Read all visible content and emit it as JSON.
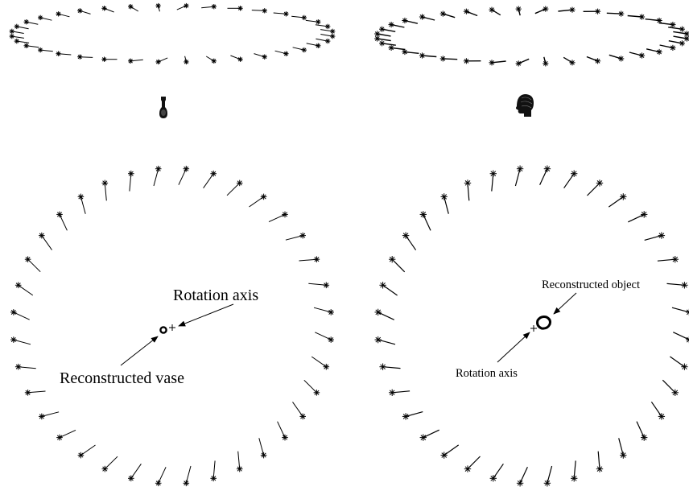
{
  "colors": {
    "ink": "#000000",
    "background": "#ffffff"
  },
  "panels": [
    {
      "name": "vase-top-oblique",
      "view": "oblique",
      "camera_count": 36,
      "object": "vase"
    },
    {
      "name": "head-top-oblique",
      "view": "oblique",
      "camera_count": 36,
      "object": "head"
    },
    {
      "name": "vase-plan",
      "view": "plan",
      "camera_count": 36
    },
    {
      "name": "head-plan",
      "view": "plan",
      "camera_count": 36
    }
  ],
  "labels": {
    "vase_axis": "Rotation axis",
    "vase_object": "Reconstructed vase",
    "head_object": "Reconstructed object",
    "head_axis": "Rotation axis"
  }
}
